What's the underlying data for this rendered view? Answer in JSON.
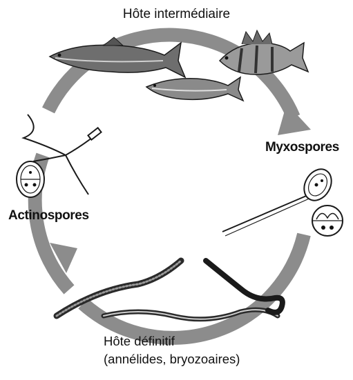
{
  "labels": {
    "intermediate_host": "Hôte intermédiaire",
    "myxospores": "Myxospores",
    "actinospores": "Actinospores",
    "definitive_host_line1": "Hôte définitif",
    "definitive_host_line2": "(annélides, bryozoaires)"
  },
  "colors": {
    "arrow": "#8c8c8c",
    "ink": "#1a1a1a",
    "fish": "#5a5a5a"
  },
  "icons": [
    "salmon-icon",
    "trout-icon",
    "perch-icon",
    "actinospore-icon",
    "myxospore-icon",
    "annelid-worm-icon",
    "bryozoan-worm-icon"
  ]
}
